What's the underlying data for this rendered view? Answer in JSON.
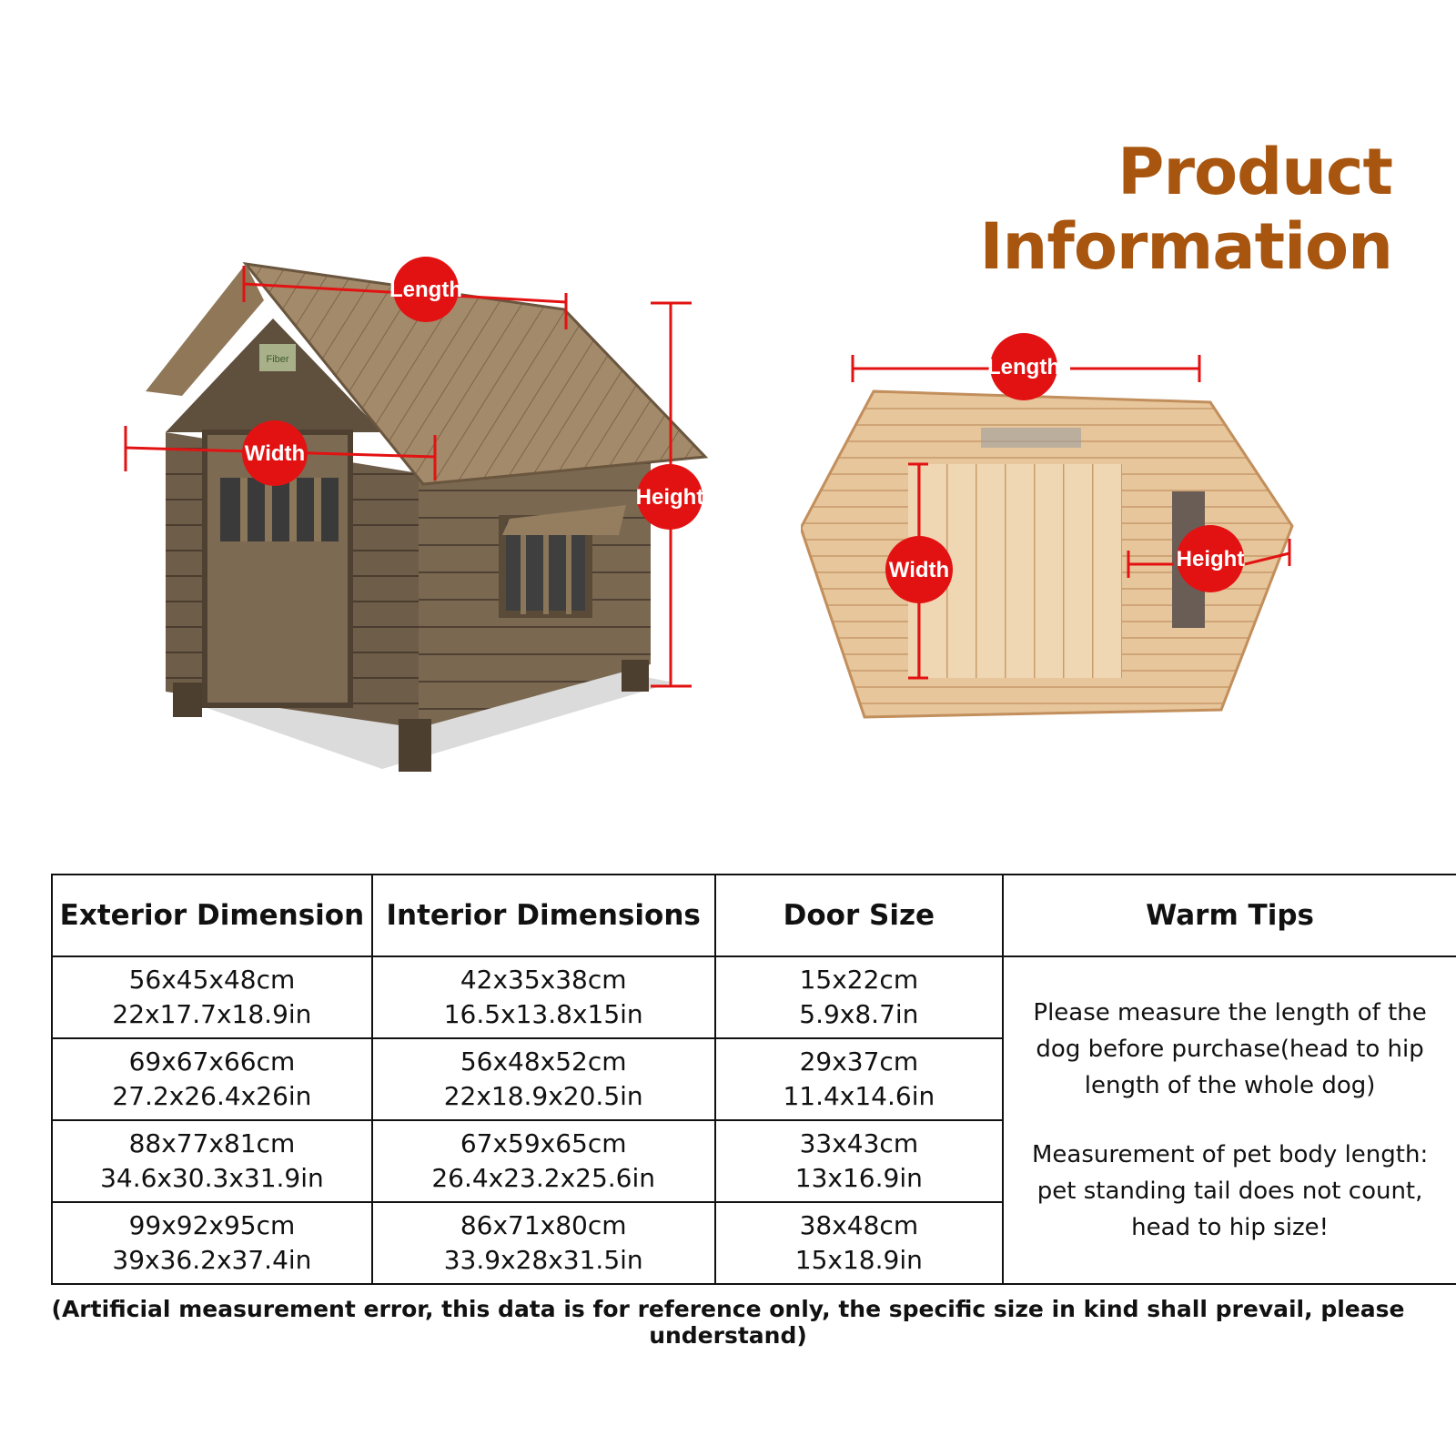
{
  "title": "Product Information",
  "exterior_figure": {
    "labels": {
      "length": "Length",
      "width": "Width",
      "height": "Height"
    },
    "sign_text": "Fiber"
  },
  "interior_figure": {
    "labels": {
      "length": "Length",
      "width": "Width",
      "height": "Height"
    }
  },
  "colors": {
    "title": "#a8560f",
    "badge": "#e31212",
    "measure_line": "#e31212",
    "wood_dark": "#6b5a45",
    "wood_light": "#e8c9a0"
  },
  "table": {
    "headers": {
      "exterior": "Exterior Dimension",
      "interior": "Interior Dimensions",
      "door": "Door Size",
      "tips": "Warm Tips"
    },
    "rows": [
      {
        "exterior": {
          "cm": "56x45x48cm",
          "in": "22x17.7x18.9in"
        },
        "interior": {
          "cm": "42x35x38cm",
          "in": "16.5x13.8x15in"
        },
        "door": {
          "cm": "15x22cm",
          "in": "5.9x8.7in"
        }
      },
      {
        "exterior": {
          "cm": "69x67x66cm",
          "in": "27.2x26.4x26in"
        },
        "interior": {
          "cm": "56x48x52cm",
          "in": "22x18.9x20.5in"
        },
        "door": {
          "cm": "29x37cm",
          "in": "11.4x14.6in"
        }
      },
      {
        "exterior": {
          "cm": "88x77x81cm",
          "in": "34.6x30.3x31.9in"
        },
        "interior": {
          "cm": "67x59x65cm",
          "in": "26.4x23.2x25.6in"
        },
        "door": {
          "cm": "33x43cm",
          "in": "13x16.9in"
        }
      },
      {
        "exterior": {
          "cm": "99x92x95cm",
          "in": "39x36.2x37.4in"
        },
        "interior": {
          "cm": "86x71x80cm",
          "in": "33.9x28x31.5in"
        },
        "door": {
          "cm": "38x48cm",
          "in": "15x18.9in"
        }
      }
    ],
    "tips": [
      "Please measure the length of the dog before purchase(head to hip length of the whole dog)",
      "Measurement of pet body length: pet standing tail does not count, head to hip size!"
    ]
  },
  "footnote": "(Artificial measurement error, this data is for reference only, the specific size in kind shall prevail, please understand)"
}
